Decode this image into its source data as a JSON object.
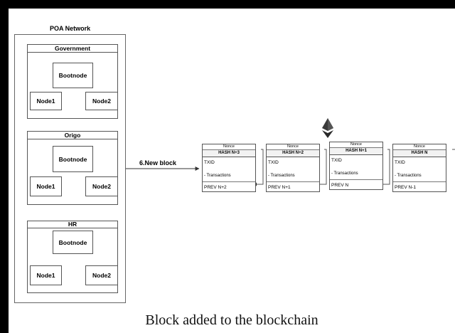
{
  "network_title": "POA Network",
  "groups": [
    {
      "label": "Government",
      "bootnode": "Bootnode",
      "node1": "Node1",
      "node2": "Node2"
    },
    {
      "label": "Origo",
      "bootnode": "Bootnode",
      "node1": "Node1",
      "node2": "Node2"
    },
    {
      "label": "HR",
      "bootnode": "Bootnode",
      "node1": "Node1",
      "node2": "Node2"
    }
  ],
  "new_block_label": "6.New block",
  "blocks": [
    {
      "nonce": "Nonce",
      "hash": "HASH N+3",
      "txid": "TXID",
      "transactions": "- Transactions",
      "prev": "PREV N+2"
    },
    {
      "nonce": "Nonce",
      "hash": "HASH N+2",
      "txid": "TXID",
      "transactions": "- Transactions",
      "prev": "PREV N+1"
    },
    {
      "nonce": "Nonce",
      "hash": "HASH N+1",
      "txid": "TXID",
      "transactions": "- Transactions",
      "prev": "PREV N"
    },
    {
      "nonce": "Nonce",
      "hash": "HASH N",
      "txid": "TXID",
      "transactions": "- Transactions",
      "prev": "PREV N-1"
    }
  ],
  "caption": "Block added to the blockchain",
  "icons": {
    "ethereum": "ethereum-icon"
  },
  "colors": {
    "line": "#555555",
    "header_fill": "#f2f2f2"
  }
}
